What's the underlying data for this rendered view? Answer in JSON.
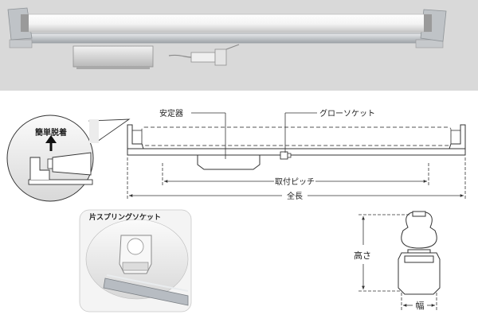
{
  "photo": {
    "background": "#d9d9d9",
    "tube_color": "#f4f4f4",
    "metal_color": "#cfd2d6"
  },
  "labels": {
    "ballast": "安定器",
    "glow_socket": "グローソケット",
    "mounting_pitch": "取付ピッチ",
    "overall_length": "全長",
    "easy_removal": "簡単脱着",
    "spring_socket": "片スプリングソケット",
    "height": "高さ",
    "width": "幅"
  },
  "colors": {
    "line": "#333333",
    "dashed": "#555555",
    "inset_title": "#2a5aa0"
  }
}
